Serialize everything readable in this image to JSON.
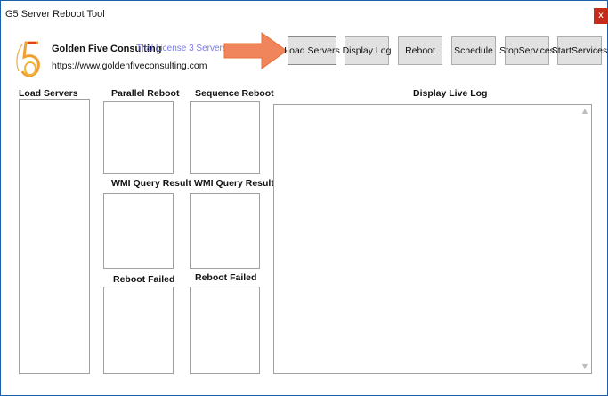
{
  "window": {
    "title": "G5 Server Reboot Tool",
    "close_glyph": "x"
  },
  "header": {
    "logo_icon": "golden-five-logo-icon",
    "company_name": "Golden Five Consulting",
    "license_text": "Trial License 3 Servers",
    "website": "https://www.goldenfiveconsulting.com"
  },
  "toolbar": {
    "load_servers": "Load Servers",
    "display_log": "Display Log",
    "reboot": "Reboot",
    "schedule": "Schedule",
    "stop_services": "StopServices",
    "start_services": "StartServices"
  },
  "panels": {
    "load_servers": "Load Servers",
    "parallel_reboot": "Parallel Reboot",
    "sequence_reboot": "Sequence Reboot",
    "wmi_query_left": "WMI Query Result",
    "wmi_query_right": "WMI Query Result",
    "reboot_failed_left": "Reboot Failed",
    "reboot_failed_right": "Reboot Failed",
    "display_live_log": "Display Live Log"
  },
  "colors": {
    "accent_arrow": "#f0845a",
    "license_text": "#7a7aee",
    "close_button": "#c42b1c",
    "window_border": "#1f5fa8"
  }
}
